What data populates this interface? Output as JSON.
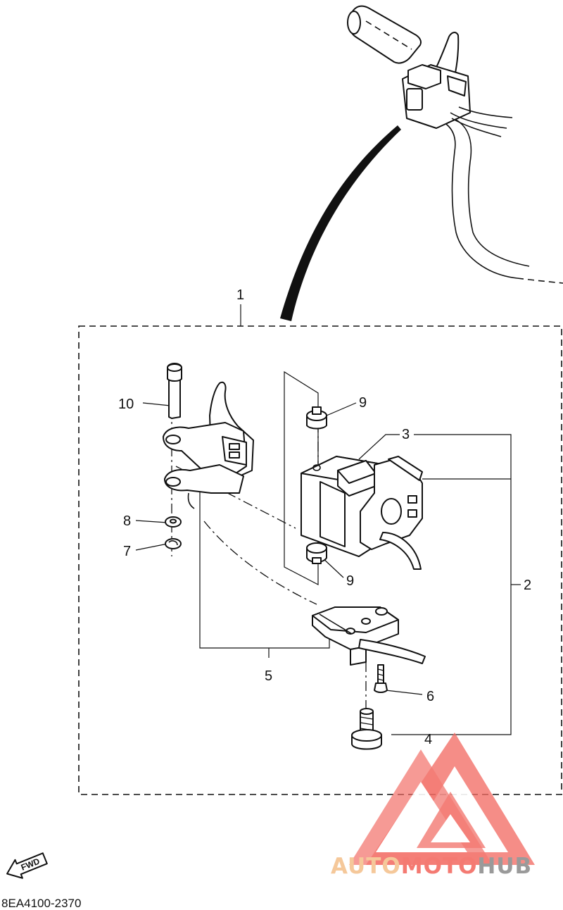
{
  "diagram": {
    "code": "8EA4100-2370",
    "fwd_label": "FWD",
    "callouts": [
      {
        "id": "c1",
        "label": "1"
      },
      {
        "id": "c2",
        "label": "2"
      },
      {
        "id": "c3",
        "label": "3"
      },
      {
        "id": "c4",
        "label": "4"
      },
      {
        "id": "c5",
        "label": "5"
      },
      {
        "id": "c6",
        "label": "6"
      },
      {
        "id": "c7",
        "label": "7"
      },
      {
        "id": "c8",
        "label": "8"
      },
      {
        "id": "c9a",
        "label": "9"
      },
      {
        "id": "c9b",
        "label": "9"
      },
      {
        "id": "c10",
        "label": "10"
      }
    ]
  },
  "watermark": {
    "part1": "AUTO",
    "part2": "MOTO",
    "part3": "HUB",
    "colors": {
      "auto": "#f5c89a",
      "moto": "#f47a72",
      "hub": "#9a9a9a",
      "logo": "#f26b63"
    }
  }
}
